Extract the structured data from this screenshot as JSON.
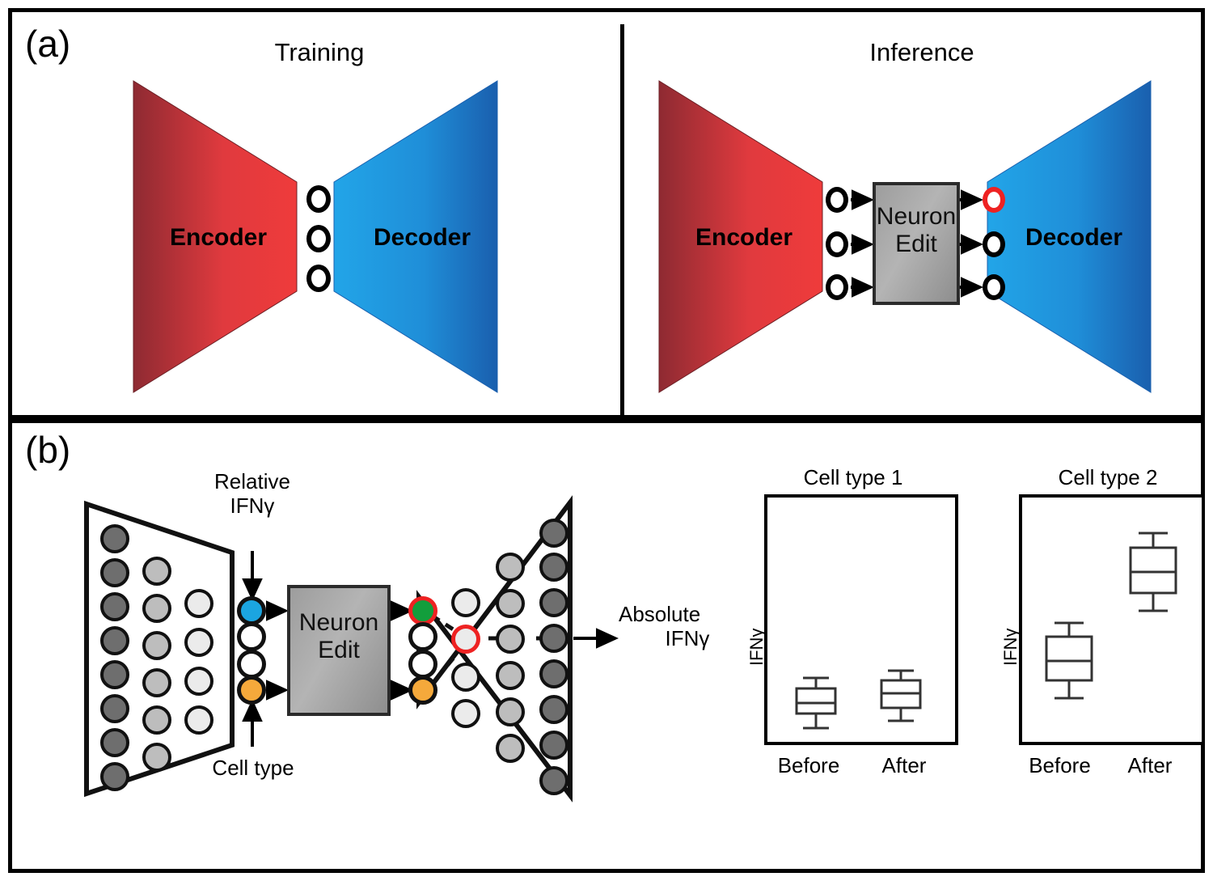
{
  "figure": {
    "panels": [
      {
        "letter": "(a)"
      },
      {
        "letter": "(b)"
      }
    ]
  },
  "panel_a": {
    "letter": "(a)",
    "training": {
      "title": "Training",
      "encoder_label": "Encoder",
      "decoder_label": "Decoder",
      "latent_neuron_count": 3
    },
    "inference": {
      "title": "Inference",
      "encoder_label": "Encoder",
      "decoder_label": "Decoder",
      "neuron_edit_label_line1": "Neuron",
      "neuron_edit_label_line2": "Edit",
      "input_neuron_count": 3,
      "output_neuron_count": 3,
      "edited_output_index": 0
    }
  },
  "panel_b": {
    "letter": "(b)",
    "network": {
      "neuron_edit_label_line1": "Neuron",
      "neuron_edit_label_line2": "Edit",
      "annotations": {
        "relative_ifng_line1": "Relative",
        "relative_ifng_line2": "IFNγ",
        "cell_type": "Cell type",
        "absolute_ifng_line1": "Absolute",
        "absolute_ifng_line2": "IFNγ"
      },
      "encoder_layers": [
        {
          "count": 8,
          "fill": "#6e6e6e"
        },
        {
          "count": 6,
          "fill": "#bdbdbd"
        },
        {
          "count": 4,
          "fill": "#ebebeb"
        }
      ],
      "decoder_layers": [
        {
          "count": 4,
          "fill": "#ebebeb"
        },
        {
          "count": 6,
          "fill": "#bdbdbd"
        },
        {
          "count": 8,
          "fill": "#6e6e6e"
        }
      ],
      "latent_in": [
        {
          "fill": "#1ba5e0",
          "ring": "#111111",
          "name": "relative-ifng-neuron"
        },
        {
          "fill": "#ffffff",
          "ring": "#111111",
          "name": "latent-neuron"
        },
        {
          "fill": "#ffffff",
          "ring": "#111111",
          "name": "latent-neuron"
        },
        {
          "fill": "#f5a93b",
          "ring": "#111111",
          "name": "cell-type-neuron"
        }
      ],
      "latent_out": [
        {
          "fill": "#129e3c",
          "ring": "#ee2222",
          "name": "edited-neuron"
        },
        {
          "fill": "#ffffff",
          "ring": "#111111",
          "name": "latent-neuron"
        },
        {
          "fill": "#ffffff",
          "ring": "#111111",
          "name": "latent-neuron"
        },
        {
          "fill": "#f5a93b",
          "ring": "#111111",
          "name": "cell-type-neuron"
        }
      ]
    },
    "charts": [
      {
        "title": "Cell type 1",
        "ylabel": "IFNγ",
        "categories": [
          "Before",
          "After"
        ]
      },
      {
        "title": "Cell type 2",
        "ylabel": "IFNγ",
        "categories": [
          "Before",
          "After"
        ]
      }
    ]
  },
  "chart_data": [
    {
      "type": "box",
      "title": "Cell type 1",
      "xlabel": "",
      "ylabel": "IFNγ",
      "categories": [
        "Before",
        "After"
      ],
      "ylim": [
        0,
        100
      ],
      "grid": false,
      "legend": "none",
      "boxes": [
        {
          "label": "Before",
          "whisker_low": 8,
          "q1": 14,
          "median": 18,
          "q3": 24,
          "whisker_high": 28
        },
        {
          "label": "After",
          "whisker_low": 11,
          "q1": 16,
          "median": 22,
          "q3": 27,
          "whisker_high": 31
        }
      ]
    },
    {
      "type": "box",
      "title": "Cell type 2",
      "xlabel": "",
      "ylabel": "IFNγ",
      "categories": [
        "Before",
        "After"
      ],
      "ylim": [
        0,
        100
      ],
      "grid": false,
      "legend": "none",
      "boxes": [
        {
          "label": "Before",
          "whisker_low": 20,
          "q1": 27,
          "median": 35,
          "q3": 44,
          "whisker_high": 50
        },
        {
          "label": "After",
          "whisker_low": 55,
          "q1": 62,
          "median": 70,
          "q3": 78,
          "whisker_high": 84
        }
      ]
    }
  ],
  "colors": {
    "encoder_dark": "#8e2a32",
    "encoder_light": "#ef3b3b",
    "decoder_light": "#22a5e8",
    "decoder_dark": "#1a5fae",
    "neuron_edit_gray": "#a8a8a8",
    "edit_highlight_red": "#ee2222",
    "relative_blue": "#1ba5e0",
    "cell_type_orange": "#f5a93b",
    "edited_green": "#129e3c",
    "frame_black": "#000000"
  }
}
